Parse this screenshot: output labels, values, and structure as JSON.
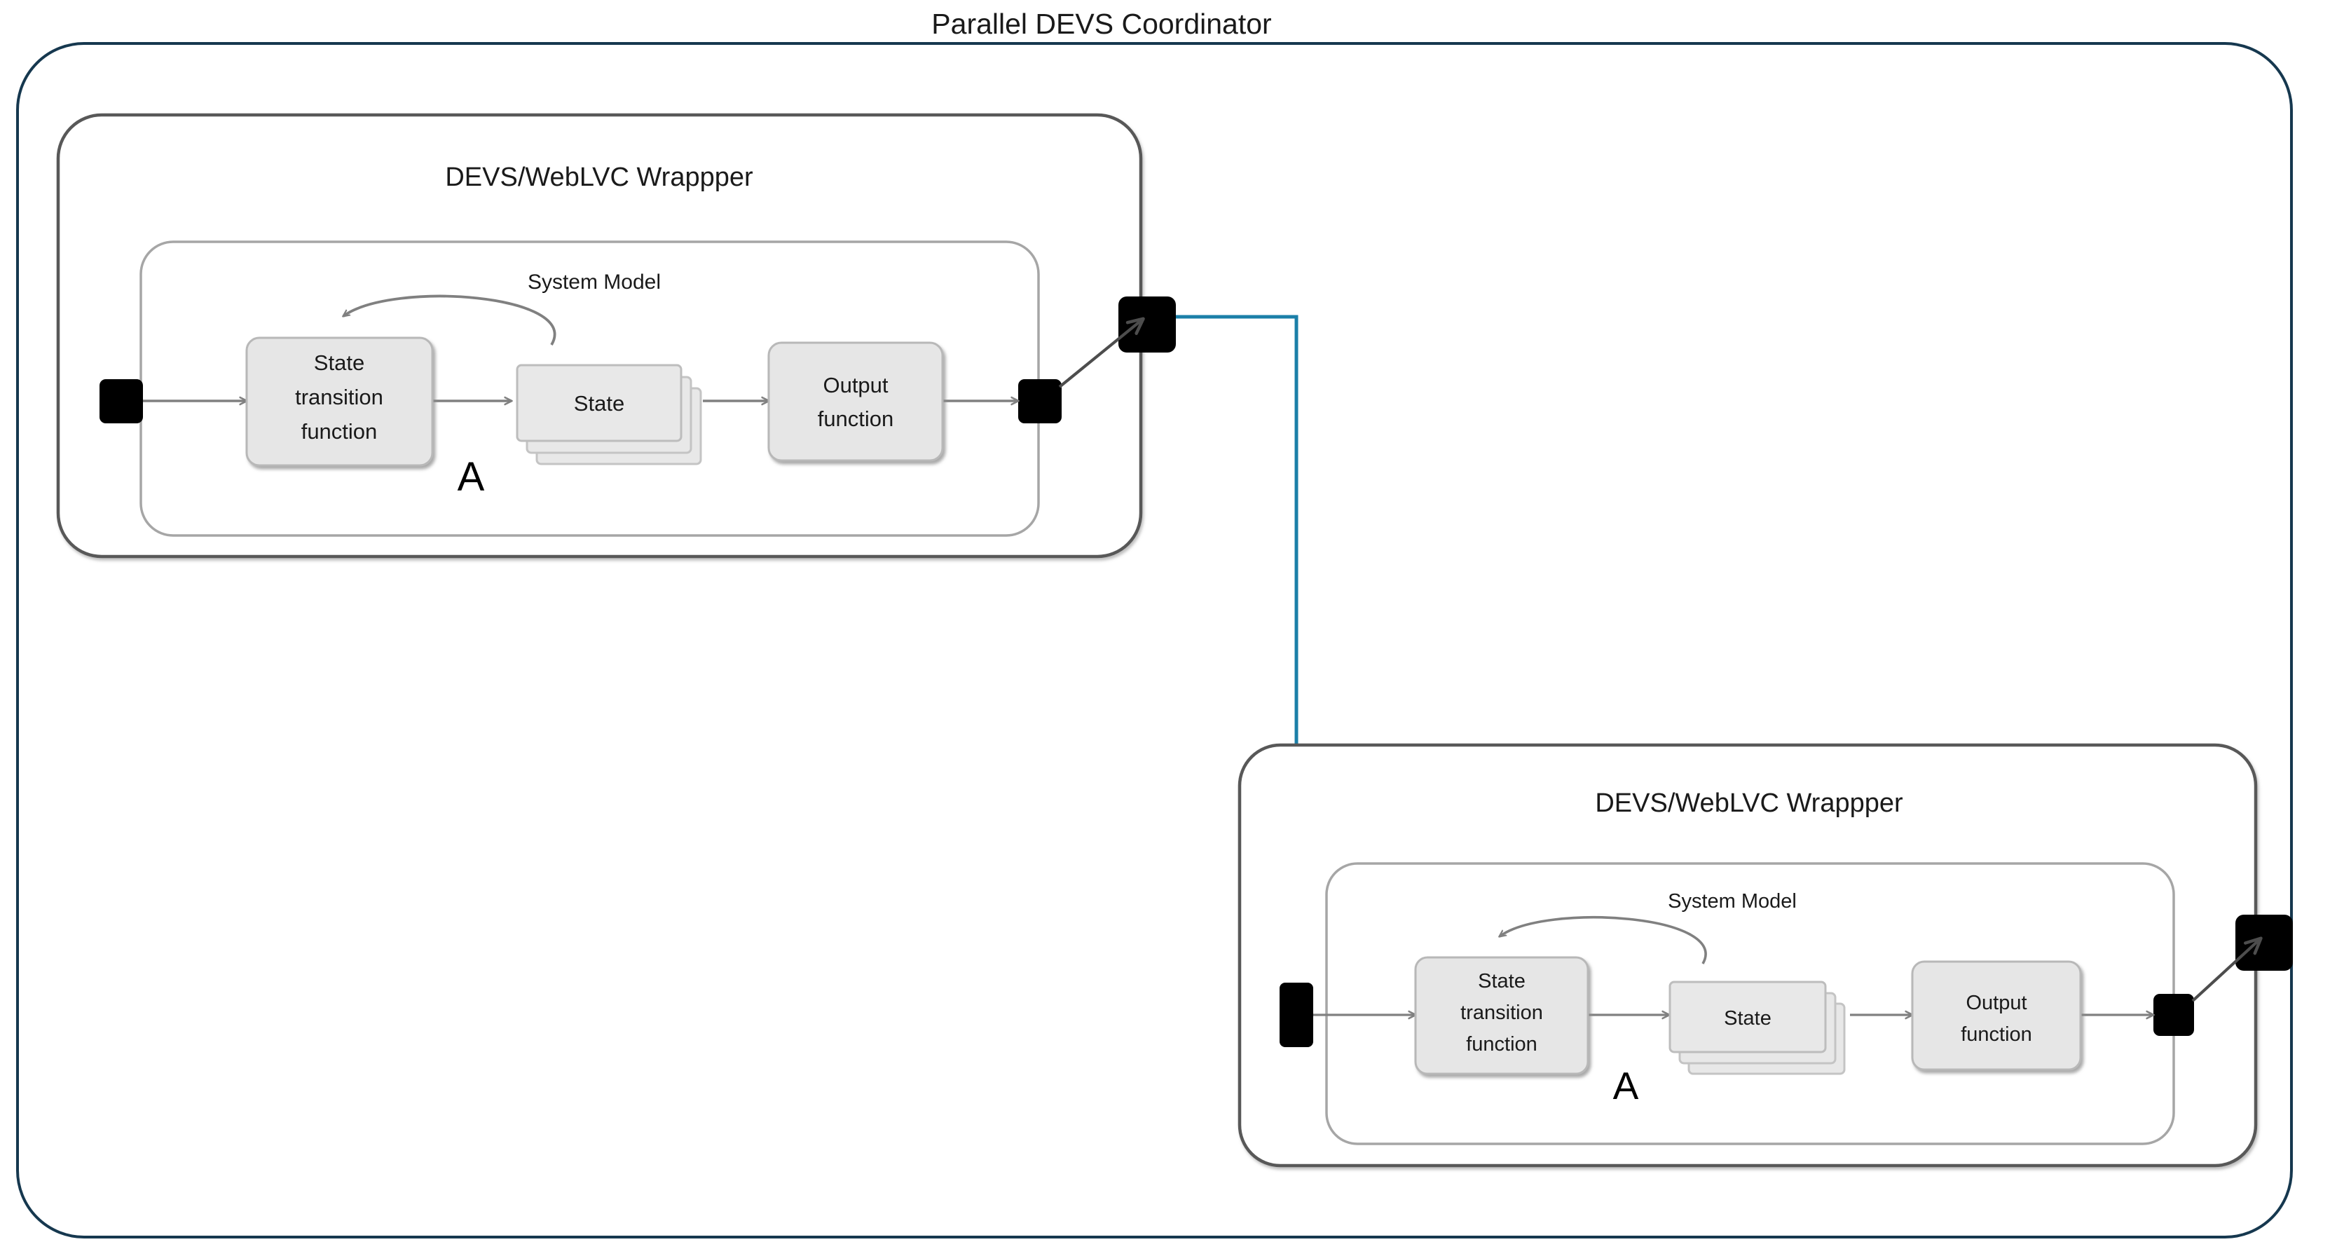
{
  "diagram": {
    "title": "Parallel DEVS Coordinator",
    "type": "block-diagram",
    "colors": {
      "coordinator_border": "#16384f",
      "wrapper_border": "#595959",
      "inner_border": "#a6a6a6",
      "connector": "#1b7fa8",
      "block_fill": "#e6e6e6",
      "block_border": "#b0b0b0",
      "port_fill": "#000000",
      "arrow": "#808080",
      "text": "#1a1a1a",
      "background": "#ffffff"
    },
    "coordinator": {
      "label": "Parallel DEVS Coordinator"
    },
    "wrappers": [
      {
        "id": "wrapper-top",
        "label": "DEVS/WebLVC Wrappper",
        "inner": {
          "label": "System Model",
          "annotation": "A",
          "blocks": [
            {
              "id": "state-transition-function",
              "label": "State transition function",
              "lines": [
                "State",
                "transition",
                "function"
              ],
              "kind": "rounded"
            },
            {
              "id": "state",
              "label": "State",
              "lines": [
                "State"
              ],
              "kind": "stack"
            },
            {
              "id": "output-function",
              "label": "Output function",
              "lines": [
                "Output",
                "function"
              ],
              "kind": "rounded"
            }
          ],
          "feedback_arrow": {
            "from": "state",
            "to": "state-transition-function"
          }
        },
        "ports": [
          {
            "id": "input-port",
            "kind": "small",
            "side": "left"
          },
          {
            "id": "output-port",
            "kind": "small",
            "side": "right"
          },
          {
            "id": "wrapper-output-port",
            "kind": "large",
            "side": "right"
          }
        ]
      },
      {
        "id": "wrapper-bottom",
        "label": "DEVS/WebLVC Wrappper",
        "inner": {
          "label": "System Model",
          "annotation": "A",
          "blocks": [
            {
              "id": "state-transition-function",
              "label": "State transition function",
              "lines": [
                "State",
                "transition",
                "function"
              ],
              "kind": "rounded"
            },
            {
              "id": "state",
              "label": "State",
              "lines": [
                "State"
              ],
              "kind": "stack"
            },
            {
              "id": "output-function",
              "label": "Output function",
              "lines": [
                "Output",
                "function"
              ],
              "kind": "rounded"
            }
          ],
          "feedback_arrow": {
            "from": "state",
            "to": "state-transition-function"
          }
        },
        "ports": [
          {
            "id": "input-port",
            "kind": "large",
            "side": "left"
          },
          {
            "id": "output-port",
            "kind": "small",
            "side": "right"
          },
          {
            "id": "wrapper-output-port",
            "kind": "large",
            "side": "right"
          }
        ]
      }
    ],
    "connections": [
      {
        "id": "coupling-top-to-bottom",
        "from": "wrapper-top.wrapper-output-port",
        "to": "wrapper-bottom.input-port",
        "style": "orthogonal",
        "color": "#1b7fa8"
      }
    ]
  }
}
